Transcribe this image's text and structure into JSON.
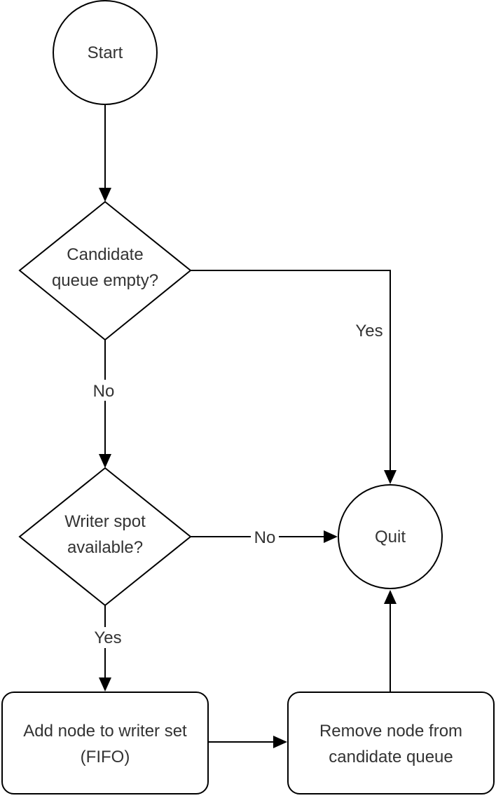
{
  "nodes": {
    "start": {
      "label": "Start"
    },
    "candidate_queue_empty": {
      "label_line1": "Candidate",
      "label_line2": "queue empty?"
    },
    "writer_spot_available": {
      "label_line1": "Writer spot",
      "label_line2": "available?"
    },
    "add_node": {
      "label_line1": "Add node to writer set",
      "label_line2": "(FIFO)"
    },
    "remove_node": {
      "label_line1": "Remove node from",
      "label_line2": "candidate queue"
    },
    "quit": {
      "label": "Quit"
    }
  },
  "edges": {
    "queue_empty_yes": {
      "label": "Yes"
    },
    "queue_empty_no": {
      "label": "No"
    },
    "writer_spot_no": {
      "label": "No"
    },
    "writer_spot_yes": {
      "label": "Yes"
    }
  }
}
